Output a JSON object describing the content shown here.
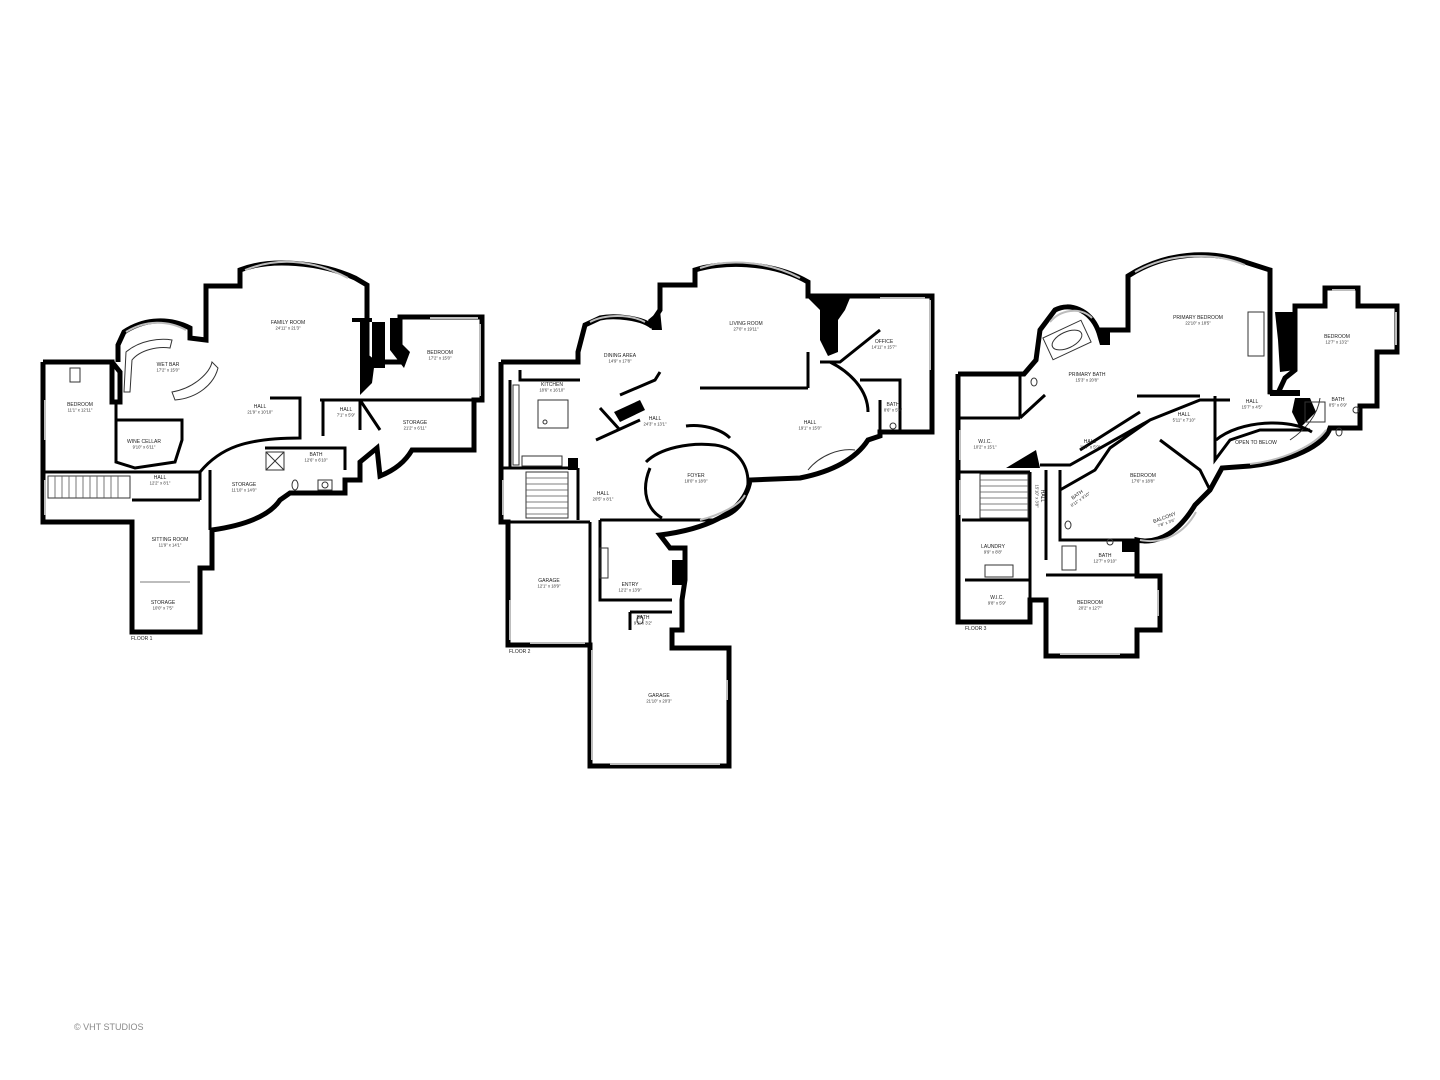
{
  "copyright": "© VHT STUDIOS",
  "floors": [
    {
      "label": "FLOOR 1",
      "rooms": [
        {
          "name": "FAMILY ROOM",
          "dims": "24'11\" x 21'3\""
        },
        {
          "name": "WET BAR",
          "dims": "17'2\" x 15'0\""
        },
        {
          "name": "BEDROOM",
          "dims": "17'2\" x 15'0\""
        },
        {
          "name": "BEDROOM",
          "dims": "11'1\" x 12'11\""
        },
        {
          "name": "HALL",
          "dims": "21'9\" x 10'10\""
        },
        {
          "name": "HALL",
          "dims": "7'1\" x 5'9\""
        },
        {
          "name": "STORAGE",
          "dims": "21'2\" x 6'11\""
        },
        {
          "name": "WINE CELLAR",
          "dims": "9'10\" x 6'11\""
        },
        {
          "name": "BATH",
          "dims": "12'6\" x 6'10\""
        },
        {
          "name": "HALL",
          "dims": "12'2\" x 8'1\""
        },
        {
          "name": "STORAGE",
          "dims": "11'10\" x 14'0\""
        },
        {
          "name": "SITTING ROOM",
          "dims": "11'9\" x 14'1\""
        },
        {
          "name": "STORAGE",
          "dims": "10'0\" x 7'5\""
        }
      ]
    },
    {
      "label": "FLOOR 2",
      "rooms": [
        {
          "name": "LIVING ROOM",
          "dims": "27'0\" x 19'11\""
        },
        {
          "name": "DINING AREA",
          "dims": "14'9\" x 17'8\""
        },
        {
          "name": "OFFICE",
          "dims": "14'11\" x 15'7\""
        },
        {
          "name": "KITCHEN",
          "dims": "18'6\" x 16'10\""
        },
        {
          "name": "HALL",
          "dims": "24'3\" x 13'1\""
        },
        {
          "name": "HALL",
          "dims": "19'1\" x 15'0\""
        },
        {
          "name": "BATH",
          "dims": "8'6\" x 5'4\""
        },
        {
          "name": "FOYER",
          "dims": "18'0\" x 18'0\""
        },
        {
          "name": "HALL",
          "dims": "20'5\" x 8'1\""
        },
        {
          "name": "GARAGE",
          "dims": "12'1\" x 18'9\""
        },
        {
          "name": "ENTRY",
          "dims": "12'2\" x 13'9\""
        },
        {
          "name": "BATH",
          "dims": "9'1\" x 3'2\""
        },
        {
          "name": "GARAGE",
          "dims": "21'10\" x 20'3\""
        }
      ]
    },
    {
      "label": "FLOOR 3",
      "rooms": [
        {
          "name": "PRIMARY BEDROOM",
          "dims": "22'10\" x 18'5\""
        },
        {
          "name": "BEDROOM",
          "dims": "12'7\" x 13'2\""
        },
        {
          "name": "PRIMARY BATH",
          "dims": "15'3\" x 20'8\""
        },
        {
          "name": "HALL",
          "dims": "5'11\" x 7'10\""
        },
        {
          "name": "HALL",
          "dims": "15'7\" x 4'5\""
        },
        {
          "name": "BATH",
          "dims": "8'5\" x 6'9\""
        },
        {
          "name": "W.I.C.",
          "dims": "10'2\" x 15'1\""
        },
        {
          "name": "HALL",
          "dims": "11'4\" x 5'9\""
        },
        {
          "name": "OPEN TO BELOW",
          "dims": ""
        },
        {
          "name": "BEDROOM",
          "dims": "17'6\" x 18'8\""
        },
        {
          "name": "BATH",
          "dims": "8'11\" x 9'10\""
        },
        {
          "name": "HALL",
          "dims": "15'10\" x 3'8\""
        },
        {
          "name": "BALCONY",
          "dims": "7'8\" x 3'6\""
        },
        {
          "name": "LAUNDRY",
          "dims": "9'9\" x 8'8\""
        },
        {
          "name": "BATH",
          "dims": "12'7\" x 9'10\""
        },
        {
          "name": "W.I.C.",
          "dims": "9'8\" x 5'9\""
        },
        {
          "name": "BEDROOM",
          "dims": "20'2\" x 12'7\""
        }
      ]
    }
  ]
}
